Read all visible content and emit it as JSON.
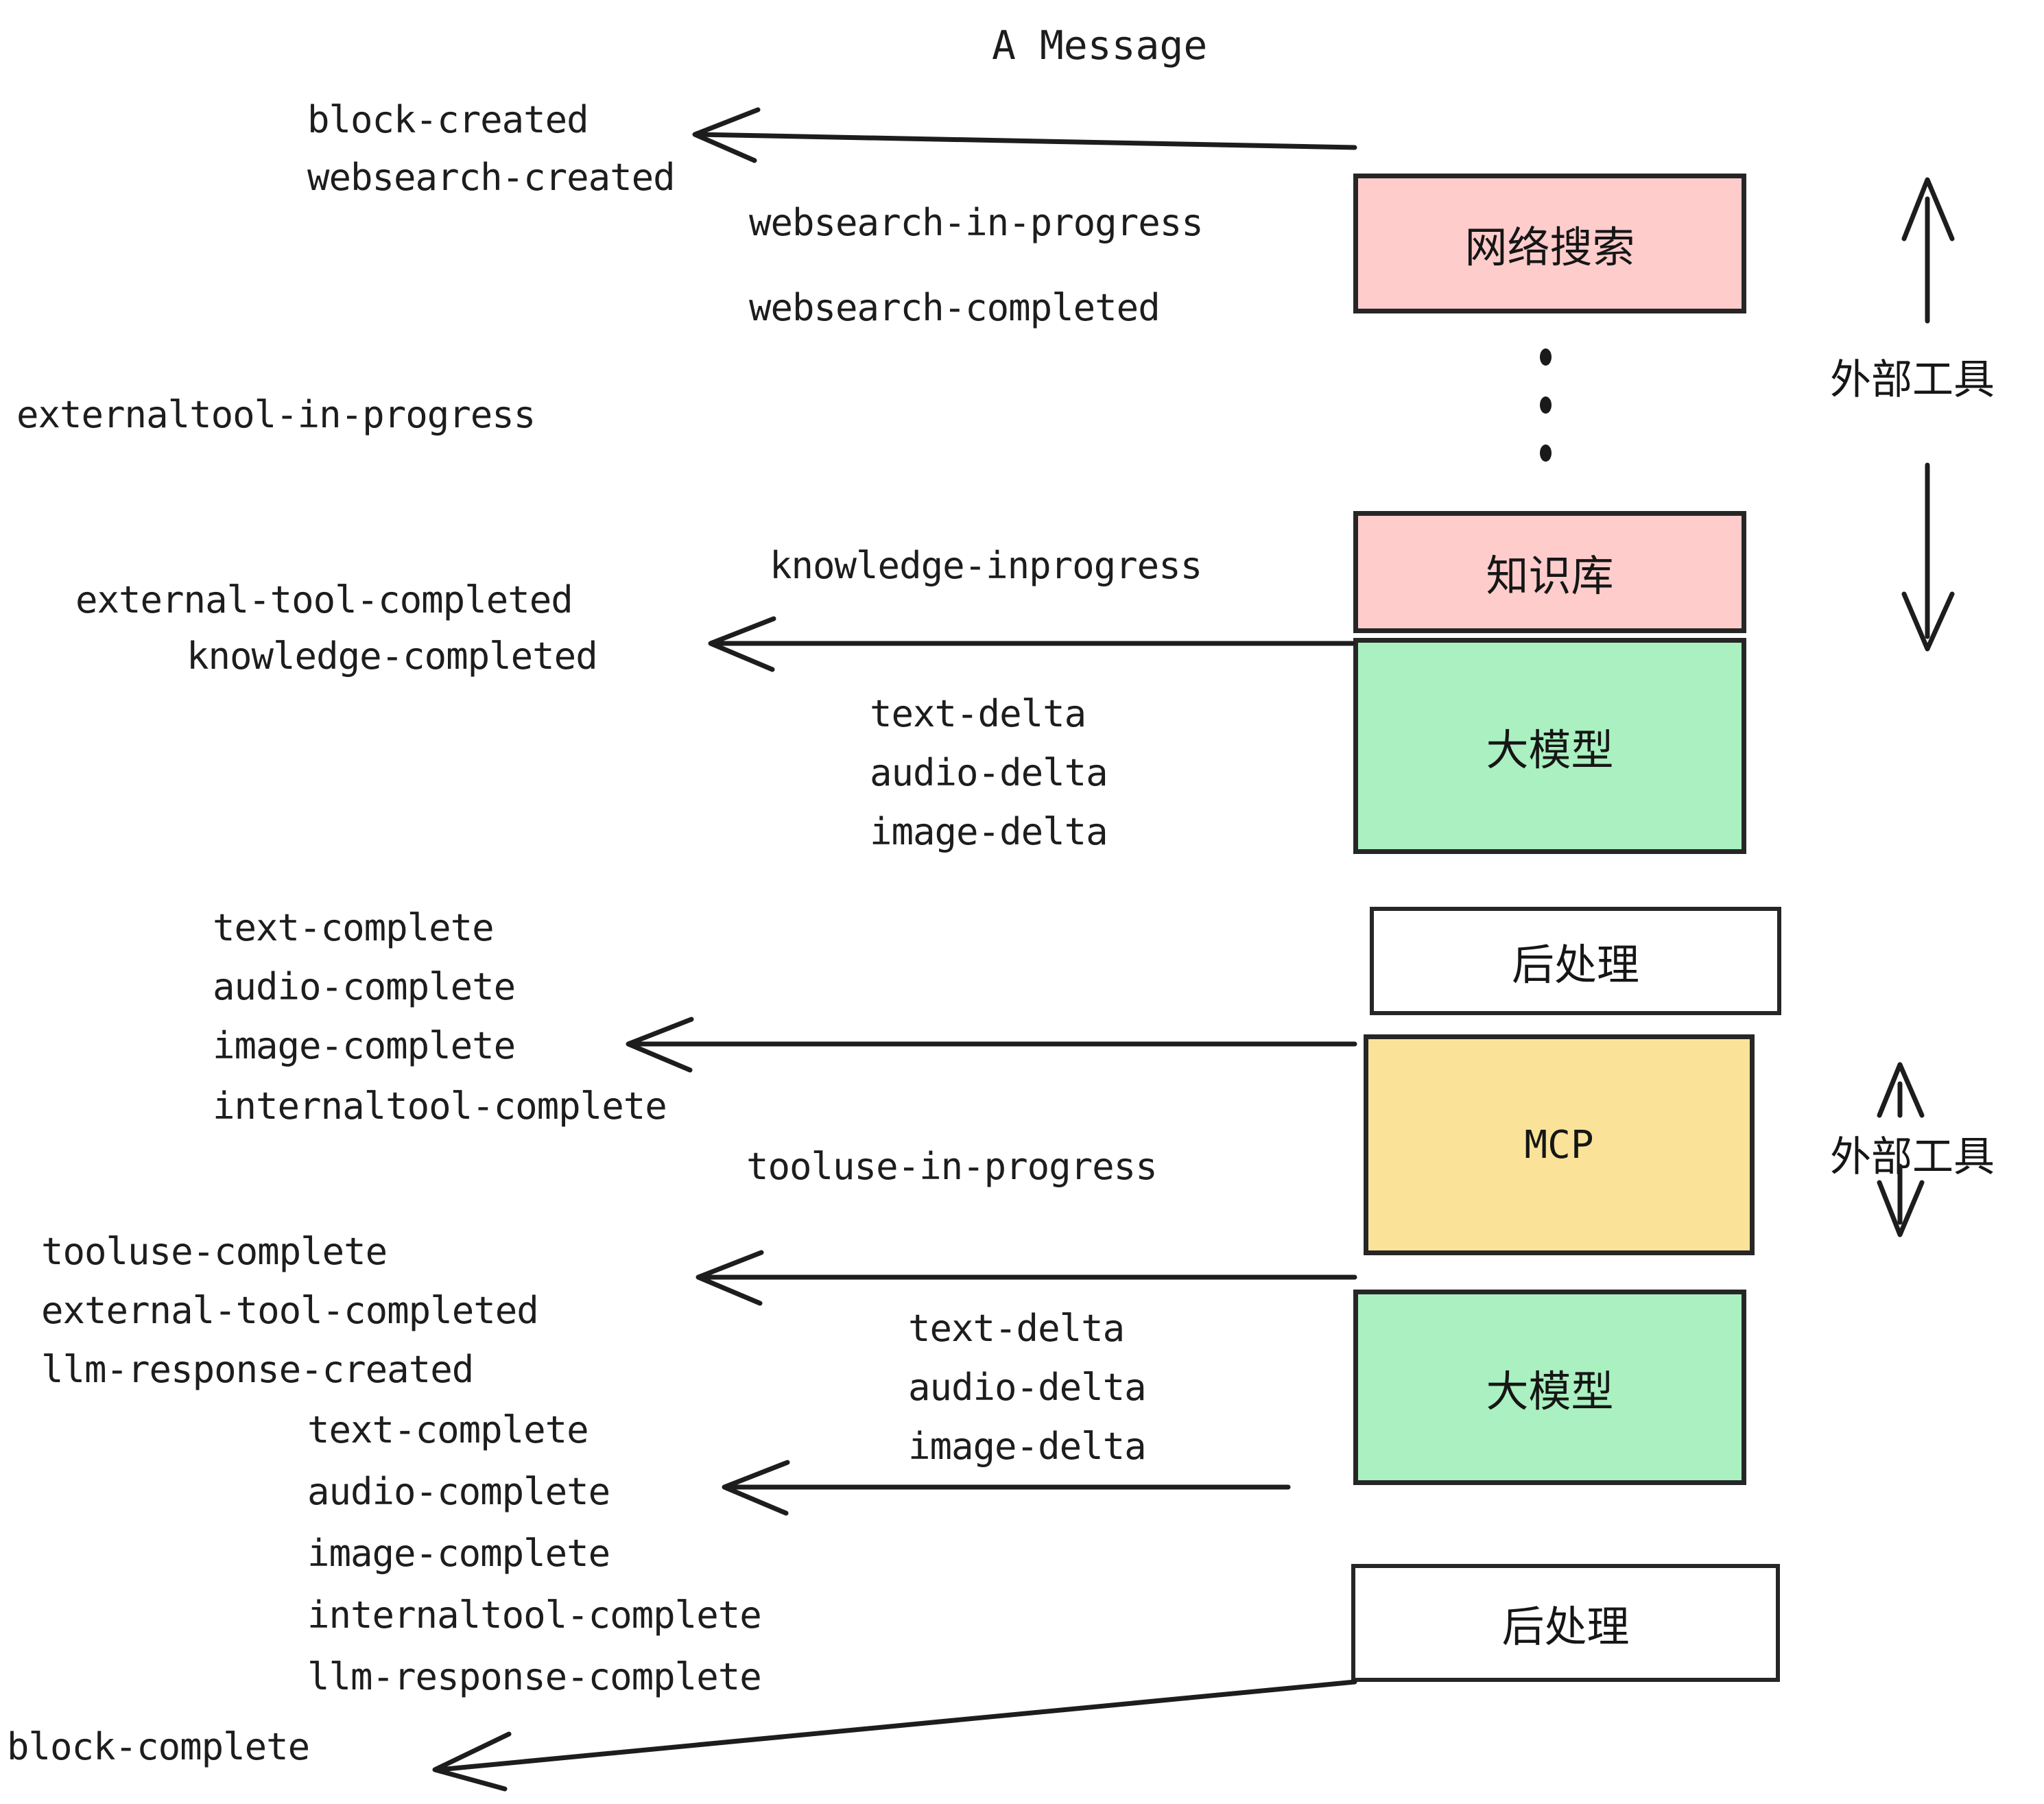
{
  "title": "A Message",
  "colors": {
    "pink": "#FFCCCC",
    "green": "#AAF0C0",
    "yellow": "#FAE398",
    "white": "#FFFFFF",
    "stroke": "#262626",
    "text": "#1D1D1D"
  },
  "boxes": [
    {
      "key": "websearch",
      "label": "网络搜索",
      "fill": "#FFCCCC"
    },
    {
      "key": "knowledge",
      "label": "知识库",
      "fill": "#FFCCCC"
    },
    {
      "key": "llm1",
      "label": "大模型",
      "fill": "#AAF0C0"
    },
    {
      "key": "post1",
      "label": "后处理",
      "fill": "#FFFFFF"
    },
    {
      "key": "mcp",
      "label": "MCP",
      "fill": "#FAE398"
    },
    {
      "key": "llm2",
      "label": "大模型",
      "fill": "#AAF0C0"
    },
    {
      "key": "post2",
      "label": "后处理",
      "fill": "#FFFFFF"
    }
  ],
  "side_labels": [
    {
      "key": "external-tools-top",
      "label": "外部工具"
    },
    {
      "key": "external-tools-bottom",
      "label": "外部工具"
    }
  ],
  "events": [
    {
      "key": "block-created",
      "label": "block-created"
    },
    {
      "key": "websearch-created",
      "label": "websearch-created"
    },
    {
      "key": "websearch-in-progress",
      "label": "websearch-in-progress"
    },
    {
      "key": "websearch-completed",
      "label": "websearch-completed"
    },
    {
      "key": "externaltool-in-progress",
      "label": "externaltool-in-progress"
    },
    {
      "key": "knowledge-inprogress",
      "label": "knowledge-inprogress"
    },
    {
      "key": "external-tool-completed-1",
      "label": "external-tool-completed"
    },
    {
      "key": "knowledge-completed",
      "label": "knowledge-completed"
    },
    {
      "key": "text-delta-1",
      "label": "text-delta"
    },
    {
      "key": "audio-delta-1",
      "label": "audio-delta"
    },
    {
      "key": "image-delta-1",
      "label": "image-delta"
    },
    {
      "key": "text-complete-1",
      "label": "text-complete"
    },
    {
      "key": "audio-complete-1",
      "label": "audio-complete"
    },
    {
      "key": "image-complete-1",
      "label": "image-complete"
    },
    {
      "key": "internaltool-complete-1",
      "label": "internaltool-complete"
    },
    {
      "key": "tooluse-in-progress",
      "label": "tooluse-in-progress"
    },
    {
      "key": "tooluse-complete",
      "label": "tooluse-complete"
    },
    {
      "key": "external-tool-completed-2",
      "label": "external-tool-completed"
    },
    {
      "key": "llm-response-created",
      "label": "llm-response-created"
    },
    {
      "key": "text-delta-2",
      "label": "text-delta"
    },
    {
      "key": "audio-delta-2",
      "label": "audio-delta"
    },
    {
      "key": "image-delta-2",
      "label": "image-delta"
    },
    {
      "key": "text-complete-2",
      "label": "text-complete"
    },
    {
      "key": "audio-complete-2",
      "label": "audio-complete"
    },
    {
      "key": "image-complete-2",
      "label": "image-complete"
    },
    {
      "key": "internaltool-complete-2",
      "label": "internaltool-complete"
    },
    {
      "key": "llm-response-complete",
      "label": "llm-response-complete"
    },
    {
      "key": "block-complete",
      "label": "block-complete"
    }
  ]
}
